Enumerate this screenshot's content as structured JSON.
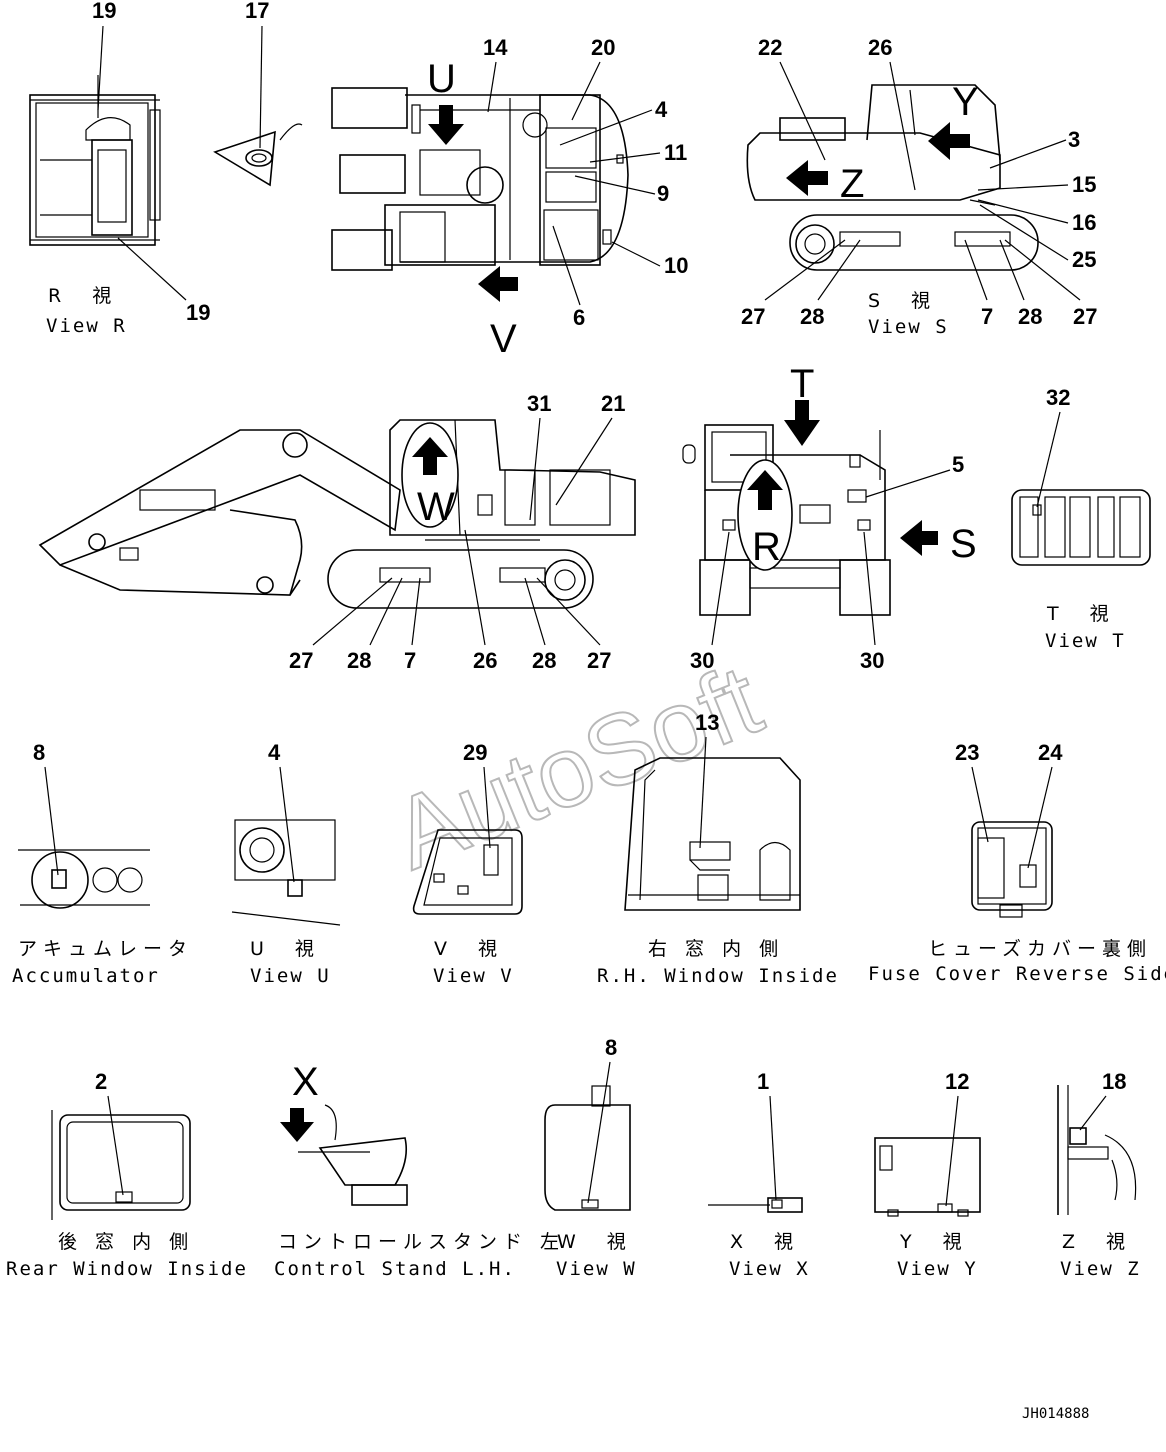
{
  "diagram": {
    "drawing_code": "JH014888",
    "watermark": "AutoSoft",
    "view_letters": {
      "u": "U",
      "v": "V",
      "w": "W",
      "t": "T",
      "s": "S",
      "r": "R",
      "x": "X",
      "y": "Y",
      "z": "Z"
    },
    "views": {
      "view_r": {
        "jp": "R　視",
        "en": "View R"
      },
      "view_s": {
        "jp": "S　視",
        "en": "View S"
      },
      "view_t": {
        "jp": "T　視",
        "en": "View T"
      },
      "accumulator": {
        "jp": "アキュムレータ",
        "en": "Accumulator"
      },
      "view_u": {
        "jp": "U　視",
        "en": "View U"
      },
      "view_v": {
        "jp": "V　視",
        "en": "View V"
      },
      "rh_window": {
        "jp": "右 窓 内 側",
        "en": "R.H. Window Inside"
      },
      "fuse_cover": {
        "jp": "ヒューズカバー裏側",
        "en": "Fuse Cover Reverse Side"
      },
      "rear_window": {
        "jp": "後 窓 内 側",
        "en": "Rear Window Inside"
      },
      "control_stand": {
        "jp": "コントロールスタンド 左",
        "en": "Control Stand L.H."
      },
      "view_w": {
        "jp": "W　視",
        "en": "View W"
      },
      "view_x": {
        "jp": "X　視",
        "en": "View X"
      },
      "view_y": {
        "jp": "Y　視",
        "en": "View Y"
      },
      "view_z": {
        "jp": "Z　視",
        "en": "View Z"
      }
    },
    "callouts": {
      "r19a": "19",
      "r19b": "19",
      "c17": "17",
      "c14": "14",
      "c20": "20",
      "c4": "4",
      "c11": "11",
      "c9": "9",
      "c10": "10",
      "c6": "6",
      "c22": "22",
      "c26s": "26",
      "c3": "3",
      "c15": "15",
      "c16": "16",
      "c25": "25",
      "s27a": "27",
      "s28a": "28",
      "s7": "7",
      "s28b": "28",
      "s27b": "27",
      "c31": "31",
      "c21": "21",
      "m27a": "27",
      "m28a": "28",
      "m7": "7",
      "m26": "26",
      "m28b": "28",
      "m27b": "27",
      "c5": "5",
      "t30a": "30",
      "t30b": "30",
      "c32": "32",
      "c8": "8",
      "u4": "4",
      "c29": "29",
      "c13": "13",
      "c23": "23",
      "c24": "24",
      "c2": "2",
      "w8": "8",
      "c1": "1",
      "c12": "12",
      "c18": "18"
    }
  }
}
